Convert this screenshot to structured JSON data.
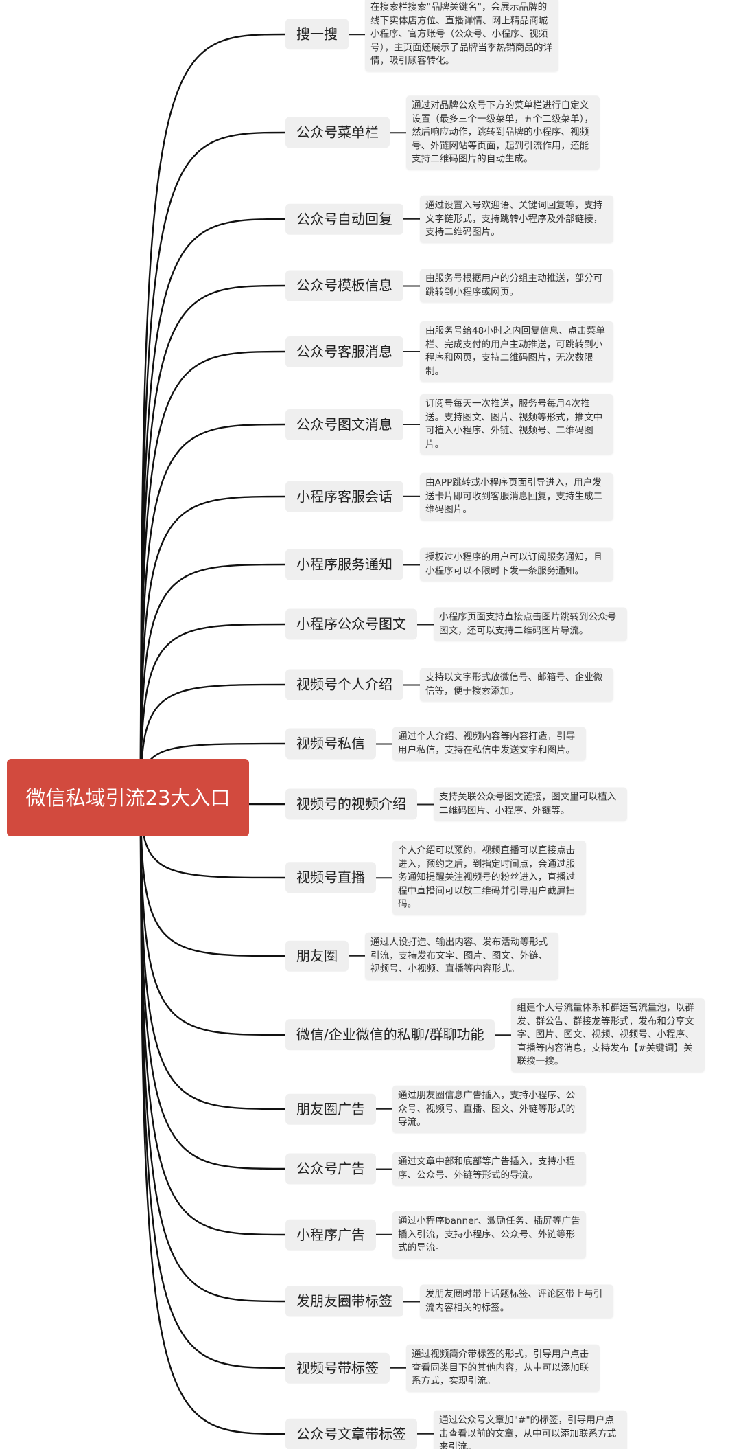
{
  "root": {
    "title": "微信私域引流23大入口",
    "color": "#d24a3e"
  },
  "items": [
    {
      "label": "搜一搜",
      "desc": "在搜索栏搜索\"品牌关键名\"，会展示品牌的线下实体店方位、直播详情、网上精品商城小程序、官方账号（公众号、小程序、视频号），主页面还展示了品牌当季热销商品的详情，吸引顾客转化。"
    },
    {
      "label": "公众号菜单栏",
      "desc": "通过对品牌公众号下方的菜单栏进行自定义设置（最多三个一级菜单，五个二级菜单），然后响应动作，跳转到品牌的小程序、视频号、外链网站等页面，起到引流作用，还能支持二维码图片的自动生成。"
    },
    {
      "label": "公众号自动回复",
      "desc": "通过设置入号欢迎语、关键词回复等，支持文字链形式，支持跳转小程序及外部链接，支持二维码图片。"
    },
    {
      "label": "公众号模板信息",
      "desc": "由服务号根据用户的分组主动推送，部分可跳转到小程序或网页。"
    },
    {
      "label": "公众号客服消息",
      "desc": "由服务号给48小时之内回复信息、点击菜单栏、完成支付的用户主动推送，可跳转到小程序和网页，支持二维码图片，无次数限制。"
    },
    {
      "label": "公众号图文消息",
      "desc": "订阅号每天一次推送，服务号每月4次推送。支持图文、图片、视频等形式，推文中可植入小程序、外链、视频号、二维码图片。"
    },
    {
      "label": "小程序客服会话",
      "desc": "由APP跳转或小程序页面引导进入，用户发送卡片即可收到客服消息回复，支持生成二维码图片。"
    },
    {
      "label": "小程序服务通知",
      "desc": "授权过小程序的用户可以订阅服务通知，且小程序可以不限时下发一条服务通知。"
    },
    {
      "label": "小程序公众号图文",
      "desc": "小程序页面支持直接点击图片跳转到公众号图文，还可以支持二维码图片导流。"
    },
    {
      "label": "视频号个人介绍",
      "desc": "支持以文字形式放微信号、邮箱号、企业微信等，便于搜索添加。"
    },
    {
      "label": "视频号私信",
      "desc": "通过个人介绍、视频内容等内容打造，引导用户私信，支持在私信中发送文字和图片。"
    },
    {
      "label": "视频号的视频介绍",
      "desc": "支持关联公众号图文链接，图文里可以植入二维码图片、小程序、外链等。"
    },
    {
      "label": "视频号直播",
      "desc": "个人介绍可以预约，视频直播可以直接点击进入，预约之后，到指定时间点，会通过服务通知提醒关注视频号的粉丝进入，直播过程中直播间可以放二维码并引导用户截屏扫码。"
    },
    {
      "label": "朋友圈",
      "desc": "通过人设打造、输出内容、发布活动等形式引流，支持发布文字、图片、图文、外链、视频号、小视频、直播等内容形式。"
    },
    {
      "label": "微信/企业微信的私聊/群聊功能",
      "desc": "组建个人号流量体系和群运营流量池，以群发、群公告、群接龙等形式，发布和分享文字、图片、图文、视频、视频号、小程序、直播等内容消息，支持发布【#关键词】关联搜一搜。"
    },
    {
      "label": "朋友圈广告",
      "desc": "通过朋友圈信息广告插入，支持小程序、公众号、视频号、直播、图文、外链等形式的导流。"
    },
    {
      "label": "公众号广告",
      "desc": "通过文章中部和底部等广告插入，支持小程序、公众号、外链等形式的导流。"
    },
    {
      "label": "小程序广告",
      "desc": "通过小程序banner、激励任务、插屏等广告插入引流，支持小程序、公众号、外链等形式的导流。"
    },
    {
      "label": "发朋友圈带标签",
      "desc": "发朋友圈时带上话题标签、评论区带上与引流内容相关的标签。"
    },
    {
      "label": "视频号带标签",
      "desc": "通过视频简介带标签的形式，引导用户点击查看同类目下的其他内容，从中可以添加联系方式，实现引流。"
    },
    {
      "label": "公众号文章带标签",
      "desc": "通过公众号文章加\"#\"的标签，引导用户点击查看以前的文章，从中可以添加联系方式来引流。"
    }
  ]
}
